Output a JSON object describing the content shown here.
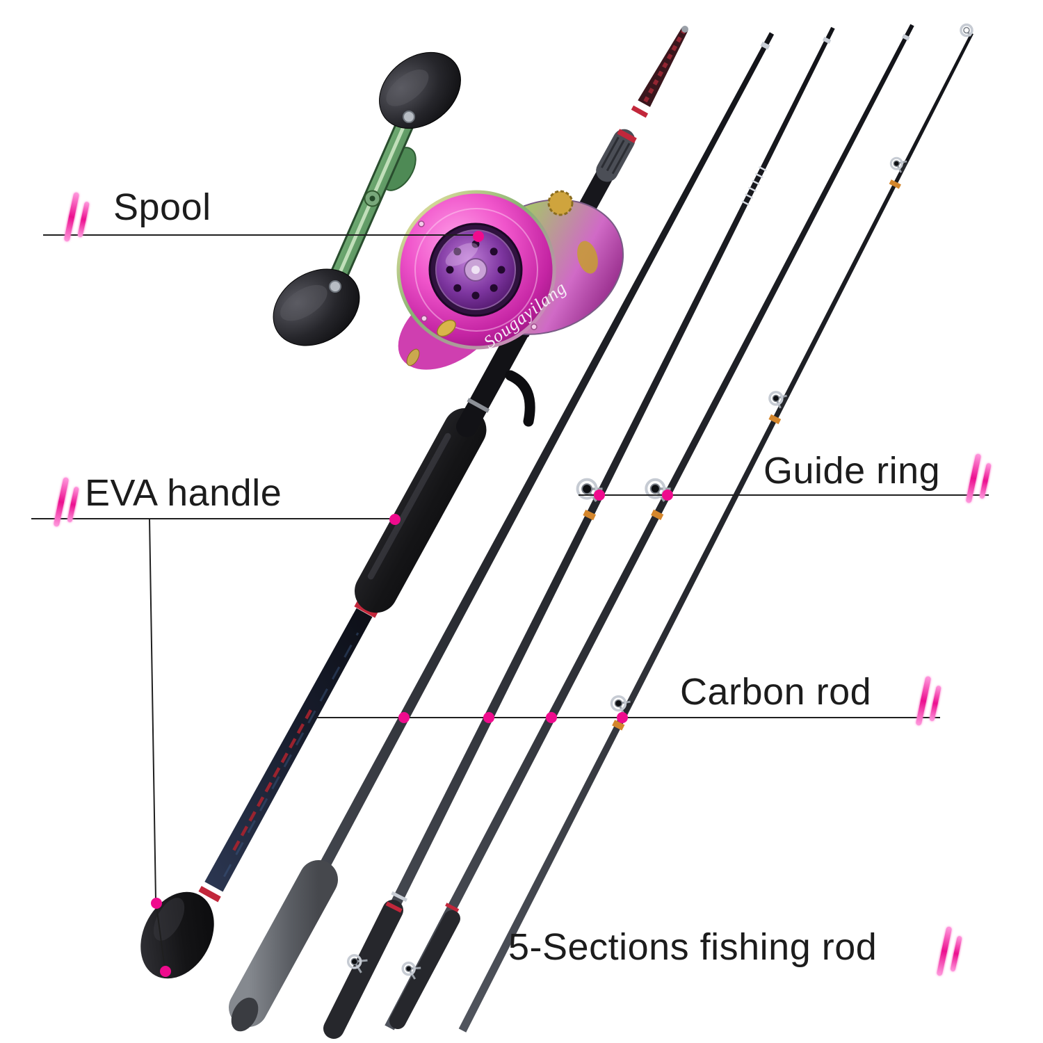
{
  "image": {
    "kind": "annotated-product-photo",
    "subject": "5-section casting fishing rod with baitcasting reel",
    "background": "#ffffff"
  },
  "annotations": {
    "spool": {
      "label": "Spool"
    },
    "eva_handle": {
      "label": "EVA handle"
    },
    "guide_ring": {
      "label": "Guide ring"
    },
    "carbon_rod": {
      "label": "Carbon rod"
    },
    "five_sections": {
      "label": "5-Sections fishing rod"
    }
  },
  "product": {
    "reel": {
      "brand": "Sougayilang",
      "body_color": "#c424a3",
      "handle_arm_color": "#74b077",
      "knob_color": "#141416",
      "spool_color": "#7e36a0"
    },
    "rod": {
      "sections_count": "5",
      "trim_color": "#c2273b",
      "wrap_color": "#d4862c",
      "blank_color": "#22242a"
    }
  },
  "callout_style": {
    "line_color": "#1f1f1f",
    "dot_color": "#ef0b8d",
    "accent_color": "#ec0f8f"
  }
}
